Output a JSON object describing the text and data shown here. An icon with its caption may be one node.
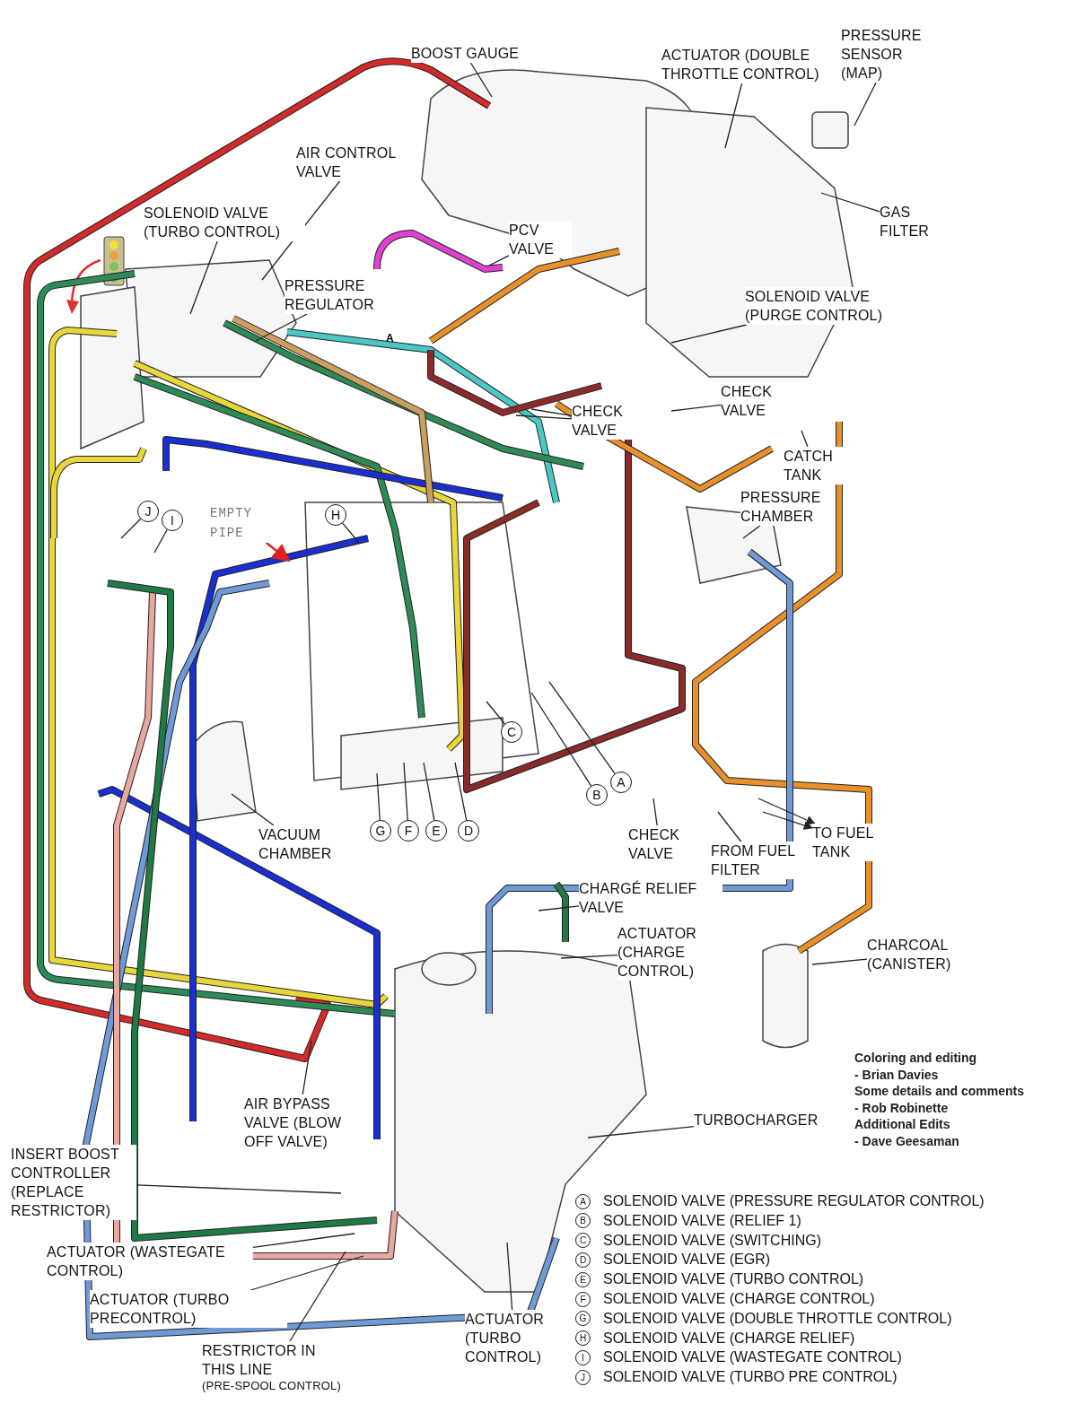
{
  "diagram": {
    "nodes": [
      {
        "text": [
          "BOOST GAUGE"
        ]
      },
      {
        "text": [
          "ACTUATOR (DOUBLE THROTTLE CONTROL)"
        ]
      },
      {
        "text": [
          "PRESSURE SENSOR (MAP)"
        ]
      },
      {
        "text": [
          "AIR CONTROL VALVE"
        ]
      },
      {
        "text": [
          "SOLENOID VALVE (TURBO CONTROL)"
        ]
      },
      {
        "text": [
          "PCV VALVE"
        ]
      },
      {
        "text": [
          "GAS FILTER"
        ]
      },
      {
        "text": [
          "PRESSURE REGULATOR"
        ]
      },
      {
        "text": [
          "SOLENOID VALVE (PURGE CONTROL)"
        ]
      },
      {
        "text": [
          "CHECK VALVE"
        ]
      },
      {
        "text": [
          "CHECK VALVE"
        ]
      },
      {
        "text": [
          "CATCH TANK"
        ]
      },
      {
        "text": [
          "PRESSURE CHAMBER"
        ]
      },
      {
        "text": [
          "J"
        ]
      },
      {
        "text": [
          "I"
        ]
      },
      {
        "text": [
          "H"
        ]
      },
      {
        "text": [
          "EMPTY PIPE"
        ]
      },
      {
        "text": [
          "C"
        ]
      },
      {
        "text": [
          "B"
        ]
      },
      {
        "text": [
          "A"
        ]
      },
      {
        "text": [
          "G"
        ]
      },
      {
        "text": [
          "F"
        ]
      },
      {
        "text": [
          "E"
        ]
      },
      {
        "text": [
          "D"
        ]
      },
      {
        "text": [
          "VACUUM CHAMBER"
        ]
      },
      {
        "text": [
          "CHECK VALVE"
        ]
      },
      {
        "text": [
          "FROM FUEL FILTER"
        ]
      },
      {
        "text": [
          "TO FUEL TANK"
        ]
      },
      {
        "text": [
          "CHARGÉ RELIEF VALVE"
        ]
      },
      {
        "text": [
          "ACTUATOR (CHARGE CONTROL)"
        ]
      },
      {
        "text": [
          "CHARCOAL (CANISTER)"
        ]
      },
      {
        "text": [
          "AIR BYPASS VALVE (BLOW OFF VALVE)"
        ]
      },
      {
        "text": [
          "TURBOCHARGER"
        ]
      },
      {
        "text": [
          "INSERT BOOST CONTROLLER (REPLACE RESTRICTOR)"
        ]
      },
      {
        "text": [
          "ACTUATOR (WASTEGATE CONTROL)"
        ]
      },
      {
        "text": [
          "ACTUATOR (TURBO PRECONTROL)"
        ]
      },
      {
        "text": [
          "RESTRICTOR IN THIS LINE",
          "(PRE-SPOOL CONTROL)"
        ]
      },
      {
        "text": [
          "ACTUATOR (TURBO CONTROL)"
        ]
      }
    ],
    "edges": [
      {
        "from": 0,
        "to": null,
        "arrow": "none"
      },
      {
        "from": 1,
        "to": null,
        "arrow": "none"
      },
      {
        "from": 2,
        "to": null,
        "arrow": "none"
      },
      {
        "from": 3,
        "to": null,
        "arrow": "none"
      },
      {
        "from": 4,
        "to": null,
        "arrow": "none"
      },
      {
        "from": 5,
        "to": null,
        "arrow": "none"
      },
      {
        "from": 6,
        "to": null,
        "arrow": "none"
      },
      {
        "from": 7,
        "to": null,
        "arrow": "none"
      },
      {
        "from": 8,
        "to": null,
        "arrow": "none"
      },
      {
        "from": 9,
        "to": null,
        "arrow": "none"
      },
      {
        "from": 10,
        "to": null,
        "arrow": "none"
      },
      {
        "from": 10,
        "to": null,
        "arrow": "none"
      },
      {
        "from": 11,
        "to": null,
        "arrow": "none"
      },
      {
        "from": 12,
        "to": null,
        "arrow": "none"
      },
      {
        "from": 13,
        "to": null,
        "arrow": "none"
      },
      {
        "from": 14,
        "to": null,
        "arrow": "none"
      },
      {
        "from": 15,
        "to": null,
        "arrow": "none"
      },
      {
        "from": 16,
        "to": null,
        "arrow": "to",
        "color": "#e02020"
      },
      {
        "from": 17,
        "to": null,
        "arrow": "none"
      },
      {
        "from": 18,
        "to": null,
        "arrow": "none"
      },
      {
        "from": 19,
        "to": null,
        "arrow": "none"
      },
      {
        "from": 20,
        "to": null,
        "arrow": "none"
      },
      {
        "from": 21,
        "to": null,
        "arrow": "none"
      },
      {
        "from": 22,
        "to": null,
        "arrow": "none"
      },
      {
        "from": 23,
        "to": null,
        "arrow": "none"
      },
      {
        "from": 24,
        "to": null,
        "arrow": "none"
      },
      {
        "from": 25,
        "to": null,
        "arrow": "none"
      },
      {
        "from": 26,
        "to": null,
        "arrow": "none"
      },
      {
        "from": null,
        "to": 27,
        "arrow": "to"
      },
      {
        "from": null,
        "to": 27,
        "arrow": "to"
      },
      {
        "from": 28,
        "to": null,
        "arrow": "none"
      },
      {
        "from": 29,
        "to": null,
        "arrow": "none"
      },
      {
        "from": 30,
        "to": null,
        "arrow": "none"
      },
      {
        "from": 31,
        "to": null,
        "arrow": "none"
      },
      {
        "from": 32,
        "to": null,
        "arrow": "none"
      },
      {
        "from": 33,
        "to": null,
        "arrow": "none"
      },
      {
        "from": 34,
        "to": null,
        "arrow": "none"
      },
      {
        "from": 35,
        "to": null,
        "arrow": "none"
      },
      {
        "from": 36,
        "to": null,
        "arrow": "none"
      },
      {
        "from": 37,
        "to": null,
        "arrow": "none"
      }
    ],
    "labels": [
      "A",
      "Coloring and editing",
      "- Brian Davies",
      "Some details and comments",
      "- Rob Robinette",
      "Additional Edits",
      "- Dave Geesaman",
      "A",
      "SOLENOID VALVE (PRESSURE REGULATOR CONTROL)",
      "B",
      "SOLENOID VALVE (RELIEF 1)",
      "C",
      "SOLENOID VALVE (SWITCHING)",
      "D",
      "SOLENOID VALVE (EGR)",
      "E",
      "SOLENOID VALVE (TURBO CONTROL)",
      "F",
      "SOLENOID VALVE (CHARGE CONTROL)",
      "G",
      "SOLENOID VALVE (DOUBLE THROTTLE CONTROL)",
      "H",
      "SOLENOID VALVE (CHARGE RELIEF)",
      "I",
      "SOLENOID VALVE (WASTEGATE CONTROL)",
      "J",
      "SOLENOID VALVE (TURBO PRE CONTROL)"
    ]
  }
}
